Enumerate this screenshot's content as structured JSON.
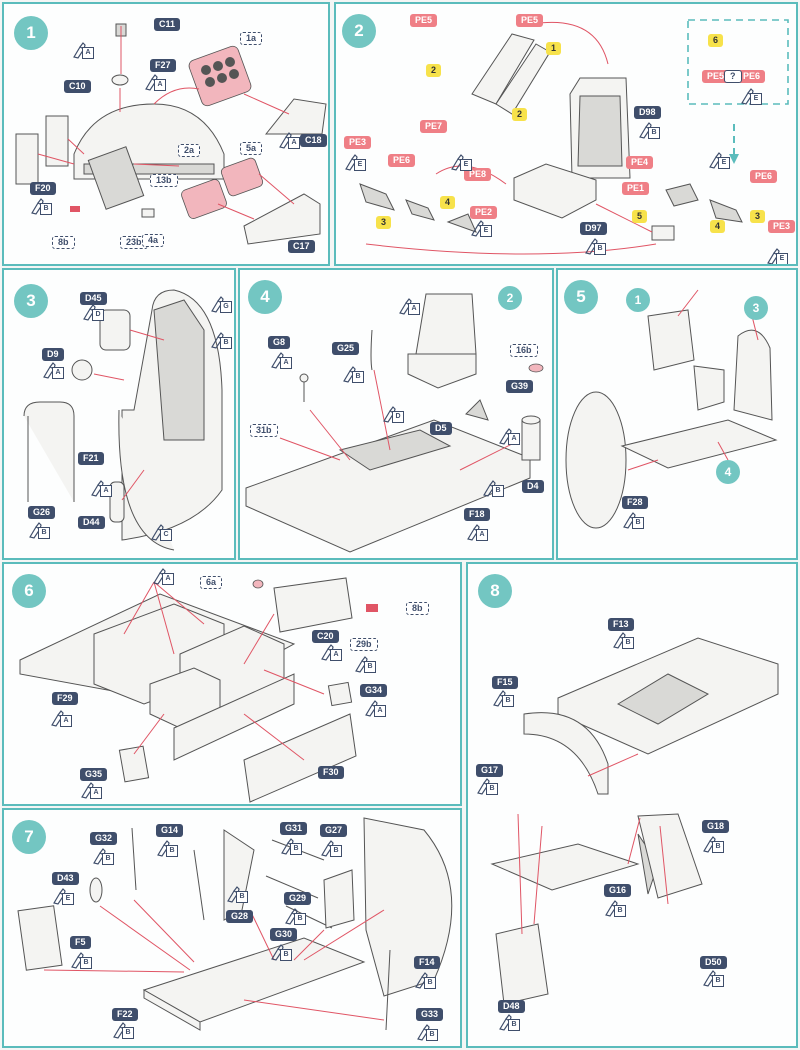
{
  "steps": [
    {
      "number": "1",
      "tags": [
        {
          "t": "part",
          "text": "C11"
        },
        {
          "t": "part",
          "text": "F27"
        },
        {
          "t": "part",
          "text": "C10"
        },
        {
          "t": "ref",
          "text": "1a"
        },
        {
          "t": "part",
          "text": "C18"
        },
        {
          "t": "part",
          "text": "F20"
        },
        {
          "t": "ref",
          "text": "2a"
        },
        {
          "t": "ref",
          "text": "5a"
        },
        {
          "t": "ref",
          "text": "13b"
        },
        {
          "t": "ref",
          "text": "8b"
        },
        {
          "t": "ref",
          "text": "23b"
        },
        {
          "t": "ref",
          "text": "4a"
        },
        {
          "t": "part",
          "text": "C17"
        }
      ],
      "glues": [
        "A",
        "A",
        "A",
        "B"
      ]
    },
    {
      "number": "2",
      "tags": [
        {
          "t": "pe",
          "text": "PE5"
        },
        {
          "t": "pe",
          "text": "PE5"
        },
        {
          "t": "ylw",
          "text": "1"
        },
        {
          "t": "ylw",
          "text": "2"
        },
        {
          "t": "ylw",
          "text": "2"
        },
        {
          "t": "pe",
          "text": "PE7"
        },
        {
          "t": "part",
          "text": "D98"
        },
        {
          "t": "pe",
          "text": "PE3"
        },
        {
          "t": "pe",
          "text": "PE6"
        },
        {
          "t": "pe",
          "text": "PE8"
        },
        {
          "t": "ylw",
          "text": "4"
        },
        {
          "t": "pe",
          "text": "PE2"
        },
        {
          "t": "ylw",
          "text": "3"
        },
        {
          "t": "part",
          "text": "D97"
        },
        {
          "t": "ylw",
          "text": "6"
        },
        {
          "t": "pe",
          "text": "PE5"
        },
        {
          "t": "pe",
          "text": "PE6"
        },
        {
          "t": "pe",
          "text": "PE4"
        },
        {
          "t": "pe",
          "text": "PE1"
        },
        {
          "t": "pe",
          "text": "PE6"
        },
        {
          "t": "ylw",
          "text": "5"
        },
        {
          "t": "ylw",
          "text": "4"
        },
        {
          "t": "ylw",
          "text": "3"
        },
        {
          "t": "pe",
          "text": "PE3"
        }
      ],
      "glues": [
        "E",
        "B",
        "E",
        "E",
        "B",
        "E",
        "E",
        "E"
      ],
      "qmark": "?"
    },
    {
      "number": "3",
      "tags": [
        {
          "t": "part",
          "text": "D45"
        },
        {
          "t": "part",
          "text": "D9"
        },
        {
          "t": "part",
          "text": "F21"
        },
        {
          "t": "part",
          "text": "G26"
        },
        {
          "t": "part",
          "text": "D44"
        }
      ],
      "glues": [
        "D",
        "G",
        "B",
        "A",
        "A",
        "B",
        "C"
      ]
    },
    {
      "number": "4",
      "substeps": [
        "2"
      ],
      "tags": [
        {
          "t": "part",
          "text": "G8"
        },
        {
          "t": "part",
          "text": "G25"
        },
        {
          "t": "ref",
          "text": "16b"
        },
        {
          "t": "part",
          "text": "G39"
        },
        {
          "t": "ref",
          "text": "31b"
        },
        {
          "t": "part",
          "text": "D5"
        },
        {
          "t": "part",
          "text": "D4"
        },
        {
          "t": "part",
          "text": "F18"
        }
      ],
      "glues": [
        "A",
        "A",
        "B",
        "D",
        "A",
        "B",
        "A"
      ]
    },
    {
      "number": "5",
      "substeps": [
        "1",
        "3",
        "4"
      ],
      "tags": [
        {
          "t": "part",
          "text": "F28"
        }
      ],
      "glues": [
        "B"
      ]
    },
    {
      "number": "6",
      "tags": [
        {
          "t": "ref",
          "text": "6a"
        },
        {
          "t": "ref",
          "text": "8b"
        },
        {
          "t": "part",
          "text": "C20"
        },
        {
          "t": "ref",
          "text": "29b"
        },
        {
          "t": "part",
          "text": "F29"
        },
        {
          "t": "part",
          "text": "G34"
        },
        {
          "t": "part",
          "text": "G35"
        },
        {
          "t": "part",
          "text": "F30"
        }
      ],
      "glues": [
        "A",
        "A",
        "B",
        "A",
        "A",
        "A"
      ]
    },
    {
      "number": "7",
      "tags": [
        {
          "t": "part",
          "text": "G32"
        },
        {
          "t": "part",
          "text": "G14"
        },
        {
          "t": "part",
          "text": "G31"
        },
        {
          "t": "part",
          "text": "G27"
        },
        {
          "t": "part",
          "text": "D43"
        },
        {
          "t": "part",
          "text": "G29"
        },
        {
          "t": "part",
          "text": "G28"
        },
        {
          "t": "part",
          "text": "G30"
        },
        {
          "t": "part",
          "text": "F5"
        },
        {
          "t": "part",
          "text": "F14"
        },
        {
          "t": "part",
          "text": "F22"
        },
        {
          "t": "part",
          "text": "G33"
        }
      ],
      "glues": [
        "B",
        "B",
        "B",
        "B",
        "E",
        "B",
        "B",
        "B",
        "B",
        "B",
        "B",
        "B"
      ]
    },
    {
      "number": "8",
      "tags": [
        {
          "t": "part",
          "text": "F13"
        },
        {
          "t": "part",
          "text": "F15"
        },
        {
          "t": "part",
          "text": "G17"
        },
        {
          "t": "part",
          "text": "G18"
        },
        {
          "t": "part",
          "text": "G16"
        },
        {
          "t": "part",
          "text": "D50"
        },
        {
          "t": "part",
          "text": "D48"
        }
      ],
      "glues": [
        "B",
        "B",
        "B",
        "B",
        "B",
        "B",
        "B"
      ]
    }
  ],
  "colors": {
    "frame": "#5bbcbc",
    "step_circle": "#73c6c2",
    "part_tag": "#3f4e6b",
    "pe_tag": "#ef7f86",
    "yellow_tag": "#f7e24b",
    "leader": "#e05565"
  },
  "icons": {
    "glue": "glue-bottle-icon"
  }
}
